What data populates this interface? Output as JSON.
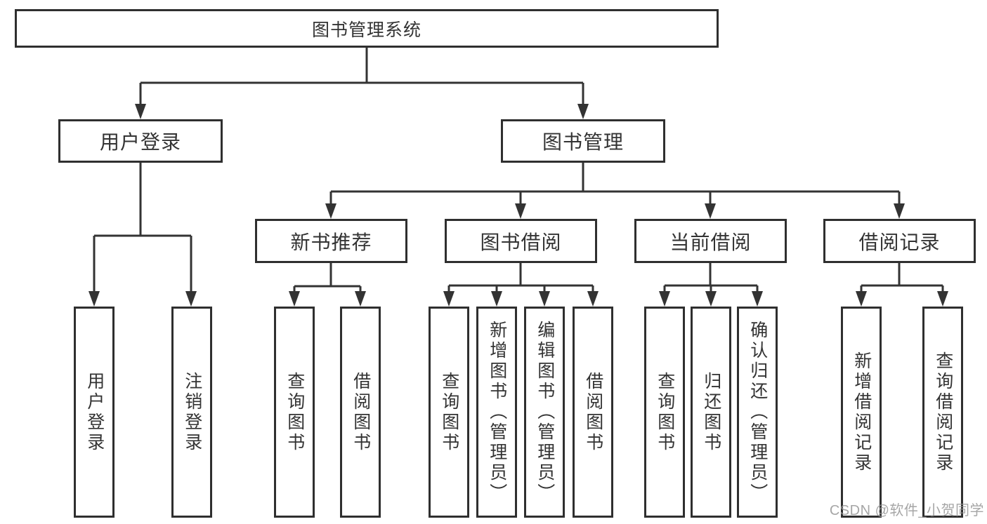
{
  "diagram": {
    "root": "图书管理系统",
    "branches": [
      {
        "label": "用户登录",
        "children": [
          "用户登录",
          "注销登录"
        ]
      },
      {
        "label": "图书管理",
        "groups": [
          {
            "label": "新书推荐",
            "children": [
              "查询图书",
              "借阅图书"
            ]
          },
          {
            "label": "图书借阅",
            "children": [
              "查询图书",
              "新增图书（管理员）",
              "编辑图书（管理员）",
              "借阅图书"
            ]
          },
          {
            "label": "当前借阅",
            "children": [
              "查询图书",
              "归还图书",
              "确认归还（管理员）"
            ]
          },
          {
            "label": "借阅记录",
            "children": [
              "新增借阅记录",
              "查询借阅记录"
            ]
          }
        ]
      }
    ]
  },
  "watermark": {
    "text": "CSDN @软件_小贺同学"
  },
  "colors": {
    "line": "#333333",
    "text": "#333333",
    "box_background": "#ffffff",
    "watermark": "#969696"
  }
}
